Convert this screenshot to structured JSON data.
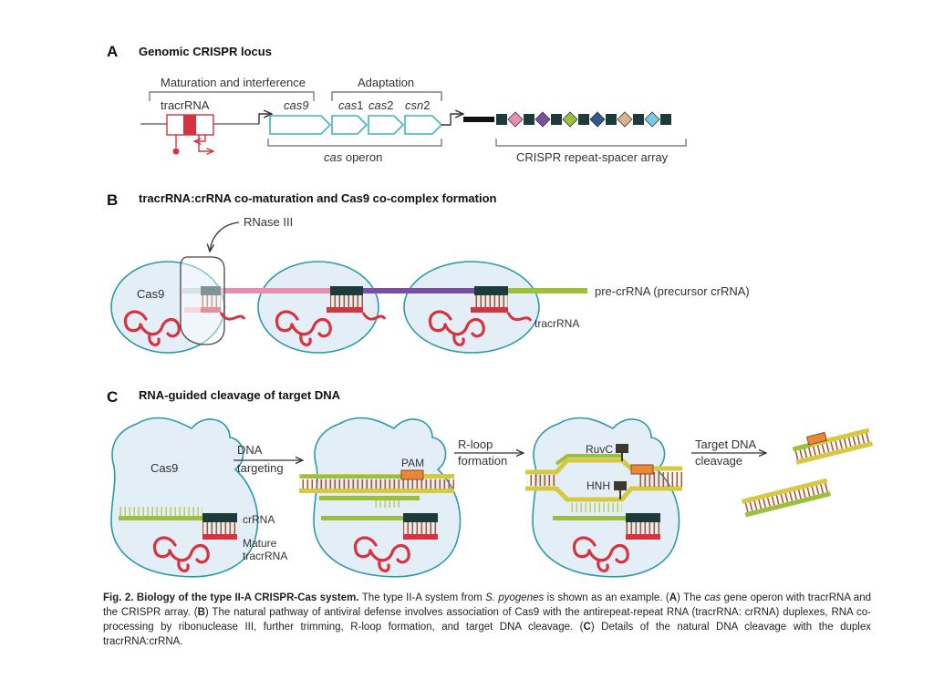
{
  "panel_a": {
    "letter": "A",
    "title": "Genomic CRISPR locus",
    "bracket_maturation": "Maturation and interference",
    "bracket_adaptation": "Adaptation",
    "gene_tracr": "tracrRNA",
    "gene_cas9": "cas9",
    "gene_cas1_pre": "cas",
    "gene_cas1_num": "1",
    "gene_cas2_pre": "cas",
    "gene_cas2_num": "2",
    "gene_csn2_pre": "csn",
    "gene_csn2_num": "2",
    "cas_operon_pre": "cas",
    "cas_operon_post": " operon",
    "array_label": "CRISPR repeat-spacer array",
    "spacer_colors": [
      "#e58fb5",
      "#7a4fa0",
      "#9bc03f",
      "#2f5b86",
      "#d9b48c",
      "#7cc8e8"
    ]
  },
  "panel_b": {
    "letter": "B",
    "title": "tracrRNA:crRNA co-maturation and Cas9 co-complex formation",
    "rnase": "RNase III",
    "cas9": "Cas9",
    "pre_crrna": "pre-crRNA (precursor crRNA)",
    "tracrrna": "tracrRNA"
  },
  "panel_c": {
    "letter": "C",
    "title": "RNA-guided cleavage of target DNA",
    "cas9": "Cas9",
    "step1_line1": "DNA",
    "step1_line2": "targeting",
    "step2_line1": "R-loop",
    "step2_line2": "formation",
    "step3_line1": "Target DNA",
    "step3_line2": "cleavage",
    "pam": "PAM",
    "crrna": "crRNA",
    "mature_line1": "Mature",
    "mature_line2": "tracrRNA",
    "ruvc": "RuvC",
    "hnh": "HNH"
  },
  "caption": {
    "title": "Fig. 2. Biology of the type II-A CRISPR-Cas system.",
    "t1": " The type II-A system from ",
    "species": "S. pyogenes",
    "t2": " is shown as an example. (",
    "a": "A",
    "t3": ") The ",
    "cas": "cas",
    "t4": " gene operon with tracrRNA and the CRISPR array. (",
    "b": "B",
    "t5": ") The natural pathway of antiviral defense involves association of Cas9 with the antirepeat-repeat RNA (tracrRNA: crRNA) duplexes, RNA co-processing by ribonuclease III, further trimming, R-loop formation, and target DNA cleavage. (",
    "c": "C",
    "t6": ") Details of the natural DNA cleavage with the duplex tracrRNA:crRNA."
  }
}
